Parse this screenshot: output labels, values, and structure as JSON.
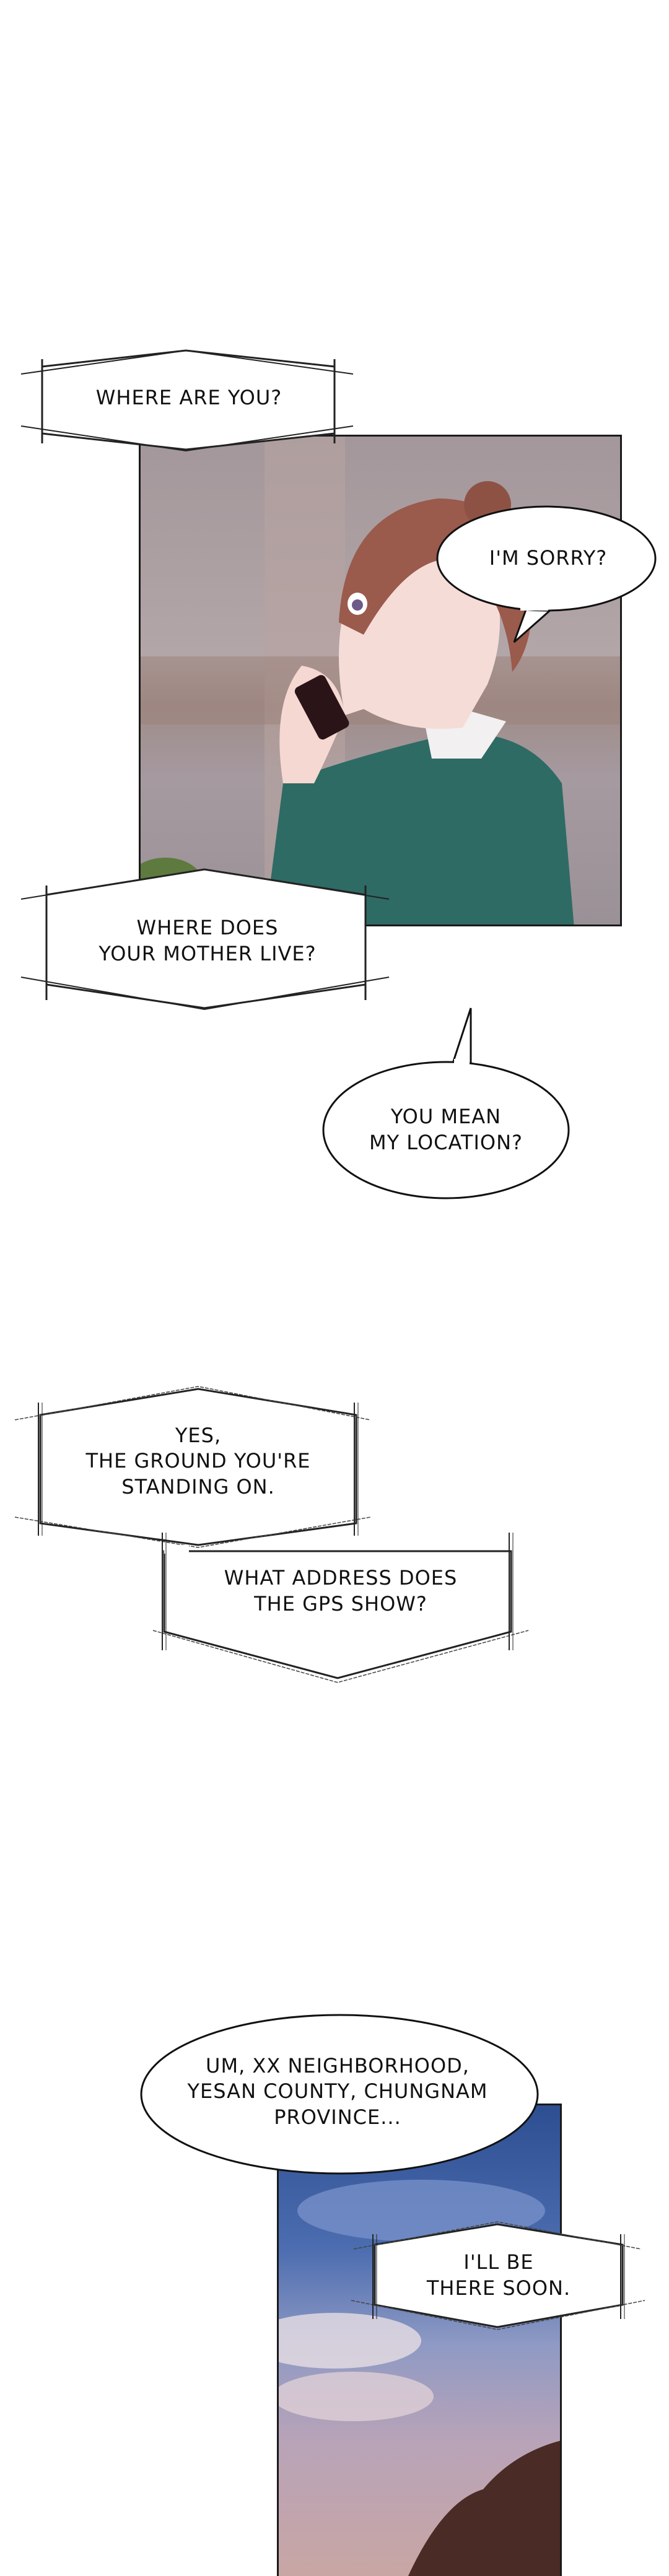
{
  "dialogue": {
    "where_are_you": "WHERE ARE YOU?",
    "im_sorry": "I'M SORRY?",
    "where_mother_line1": "WHERE DOES",
    "where_mother_line2": "YOUR MOTHER LIVE?",
    "you_mean_line1": "YOU MEAN",
    "you_mean_line2": "MY LOCATION?",
    "yes_line1": "YES,",
    "yes_line2": "THE GROUND YOU'RE",
    "yes_line3": "STANDING ON.",
    "gps_line1": "WHAT ADDRESS DOES",
    "gps_line2": "THE GPS SHOW?",
    "um_line1": "UM, XX NEIGHBORHOOD,",
    "um_line2": "YESAN COUNTY, CHUNGNAM",
    "um_line3": "PROVINCE...",
    "soon_line1": "I'LL BE",
    "soon_line2": "THERE SOON."
  },
  "colors": {
    "panel1_wall": "#a89a9e",
    "panel2_sky": "#3e5a9a"
  }
}
